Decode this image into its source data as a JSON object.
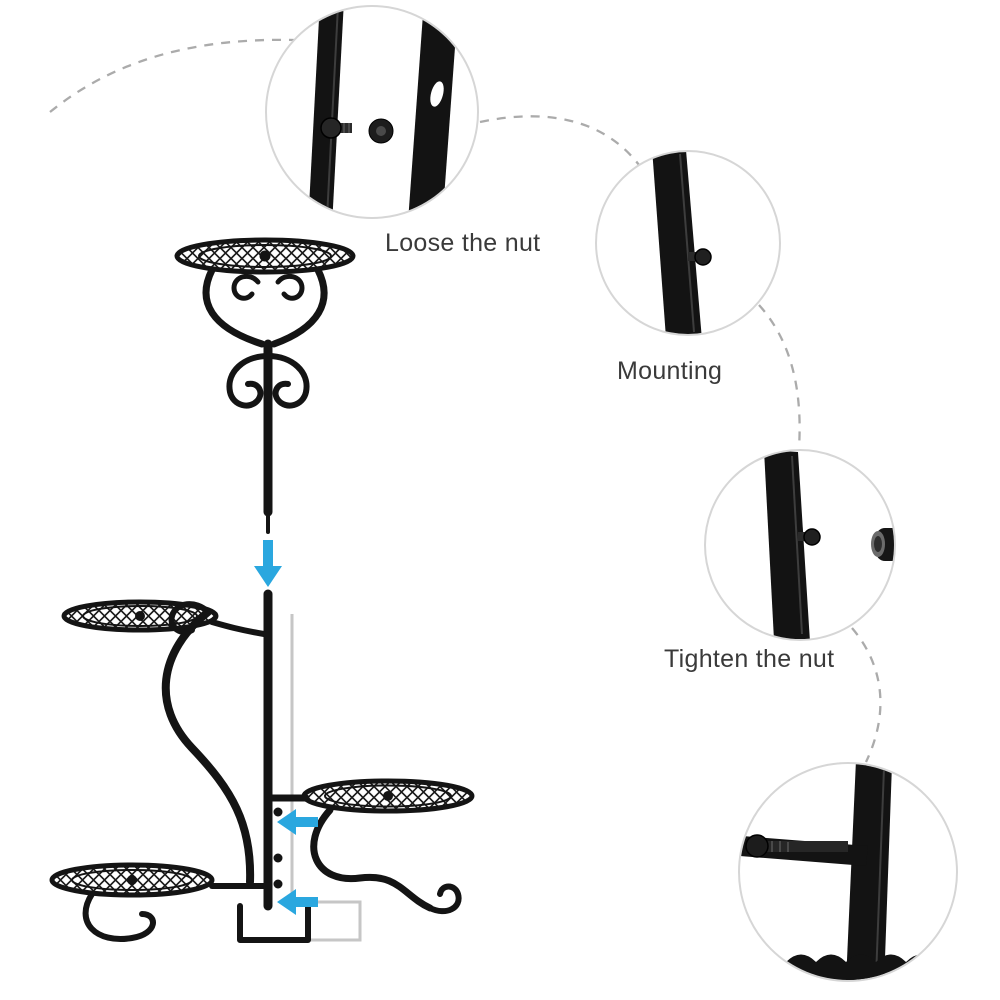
{
  "image_type": "product-assembly-instruction-diagram",
  "subject": "metal scroll plant stand assembly",
  "colors": {
    "metal_black": "#141414",
    "arrow_blue": "#2aa7df",
    "dashed_gray": "#ababab",
    "ghost_gray": "#c6c6c6",
    "label_text": "#3a3a3a",
    "circle_border": "#d6d6d6"
  },
  "callouts": {
    "step1": {
      "label": "Loose the nut"
    },
    "step2": {
      "label": "Mounting"
    },
    "step3": {
      "label": "Tighten the nut"
    }
  },
  "icons": {
    "down_arrow": "insert-pole-direction-arrow",
    "left_arrow_upper": "bolt-location-pointer-upper",
    "left_arrow_lower": "bolt-location-pointer-lower"
  }
}
